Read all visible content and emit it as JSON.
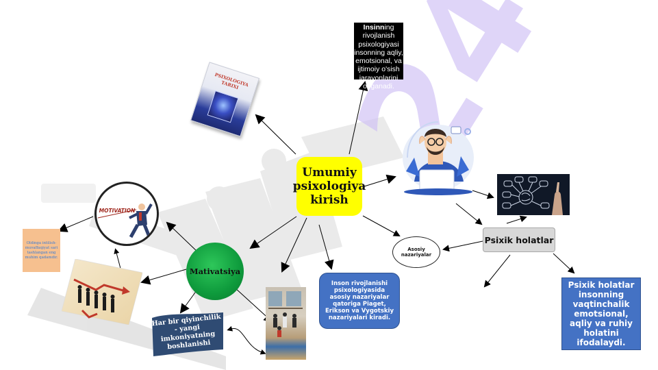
{
  "watermark": {
    "text": "24",
    "site_color": "#cfc0f5"
  },
  "central": {
    "label": "Umumiy psixologiya kirish",
    "color": "#ffff00"
  },
  "definition": {
    "bold_prefix": "Insinn",
    "text": "ing rivojlanish psixologiyasi insonning aqliy, emotsional, va ijtimoiy o'sish jarayonlarini o'rganadi."
  },
  "book": {
    "title": "PSIXOLOGIYA TARIXI"
  },
  "psixik": {
    "label": "Psixik holatlar",
    "description": "Psixik holatlar insonning vaqtinchalik emotsional, aqliy va ruhiy holatini ifodalaydi."
  },
  "asosiy": {
    "label": "Asosiy nazariyalar"
  },
  "nazariyalar": {
    "text": "Inson rivojlanishi psixologiyasida asosiy nazariyalar qatoriga Piaget, Erikson va Vygotskiy nazariyalari kiradi."
  },
  "motivatsiya": {
    "label": "Mativatsiya",
    "color": "#0e9a3c"
  },
  "motivation_image": {
    "label": "MOTIVATION"
  },
  "orange_note": {
    "text": "Oldinga intilish-muvaffaqiyat sari tashlangan eng muhim qadamdir."
  },
  "banner": {
    "text": "Har bir qiyinchilik - yangi imkoniyatning boshlanishi"
  },
  "icons": [
    "stressed-person-icon",
    "brain-network-icon",
    "business-team-icon",
    "gym-photo"
  ]
}
